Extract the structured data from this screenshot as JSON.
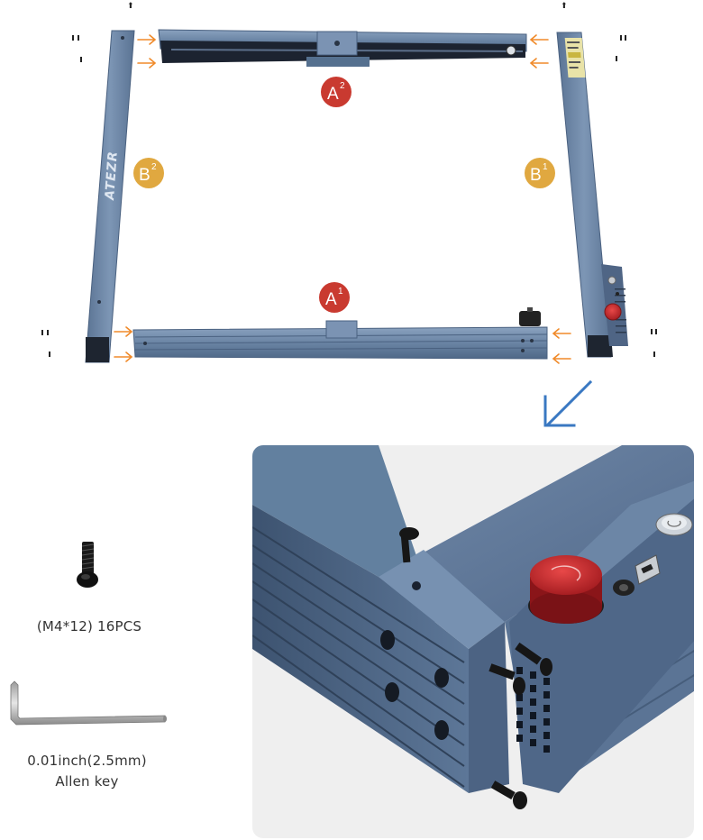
{
  "frame_labels": {
    "front_rail": {
      "letter": "A",
      "index": "1"
    },
    "rear_rail": {
      "letter": "A",
      "index": "2"
    },
    "right_rail": {
      "letter": "B",
      "index": "1"
    },
    "left_rail": {
      "letter": "B",
      "index": "2"
    }
  },
  "brand_logo_text": "ATEZR",
  "colors": {
    "rail_blue": "#6d86a6",
    "rail_dark": "#4d6583",
    "badge_red": "#c93a30",
    "badge_gold": "#e0a840",
    "arrow_orange": "#f08a2a",
    "direction_arrow_blue": "#3a78c2",
    "panel_bg": "#efefef"
  },
  "icons": [
    "screw-icon",
    "allen-key-icon",
    "emergency-stop-icon",
    "power-button-icon",
    "usb-port-icon",
    "dc-jack-icon",
    "direction-arrow-icon"
  ],
  "parts": {
    "screw": {
      "caption": "(M4*12) 16PCS"
    },
    "allen_key": {
      "caption_line1": "0.01inch(2.5mm)",
      "caption_line2": "Allen key"
    }
  }
}
